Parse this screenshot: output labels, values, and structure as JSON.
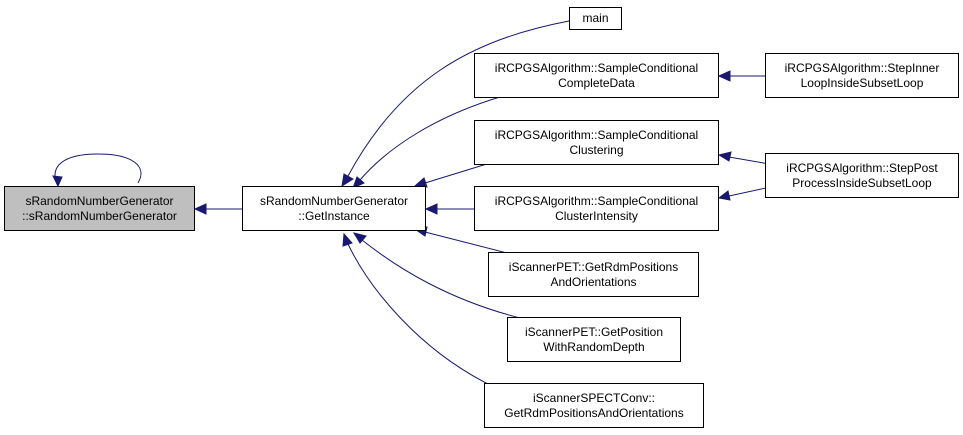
{
  "colors": {
    "edge": "#191970",
    "root_fill": "#bfbfbf",
    "node_fill": "#ffffff",
    "border": "#000000"
  },
  "nodes": {
    "root": {
      "lines": [
        "sRandomNumberGenerator",
        "::sRandomNumberGenerator"
      ]
    },
    "getinst": {
      "lines": [
        "sRandomNumberGenerator",
        "::GetInstance"
      ]
    },
    "main": {
      "lines": [
        "main"
      ]
    },
    "scd": {
      "lines": [
        "iRCPGSAlgorithm::SampleConditional",
        "CompleteData"
      ]
    },
    "scc": {
      "lines": [
        "iRCPGSAlgorithm::SampleConditional",
        "Clustering"
      ]
    },
    "sci": {
      "lines": [
        "iRCPGSAlgorithm::SampleConditional",
        "ClusterIntensity"
      ]
    },
    "pet_rdm": {
      "lines": [
        "iScannerPET::GetRdmPositions",
        "AndOrientations"
      ]
    },
    "pet_depth": {
      "lines": [
        "iScannerPET::GetPosition",
        "WithRandomDepth"
      ]
    },
    "spect": {
      "lines": [
        "iScannerSPECTConv::",
        "GetRdmPositionsAndOrientations"
      ]
    },
    "inner": {
      "lines": [
        "iRCPGSAlgorithm::StepInner",
        "LoopInsideSubsetLoop"
      ]
    },
    "post": {
      "lines": [
        "iRCPGSAlgorithm::StepPost",
        "ProcessInsideSubsetLoop"
      ]
    }
  }
}
